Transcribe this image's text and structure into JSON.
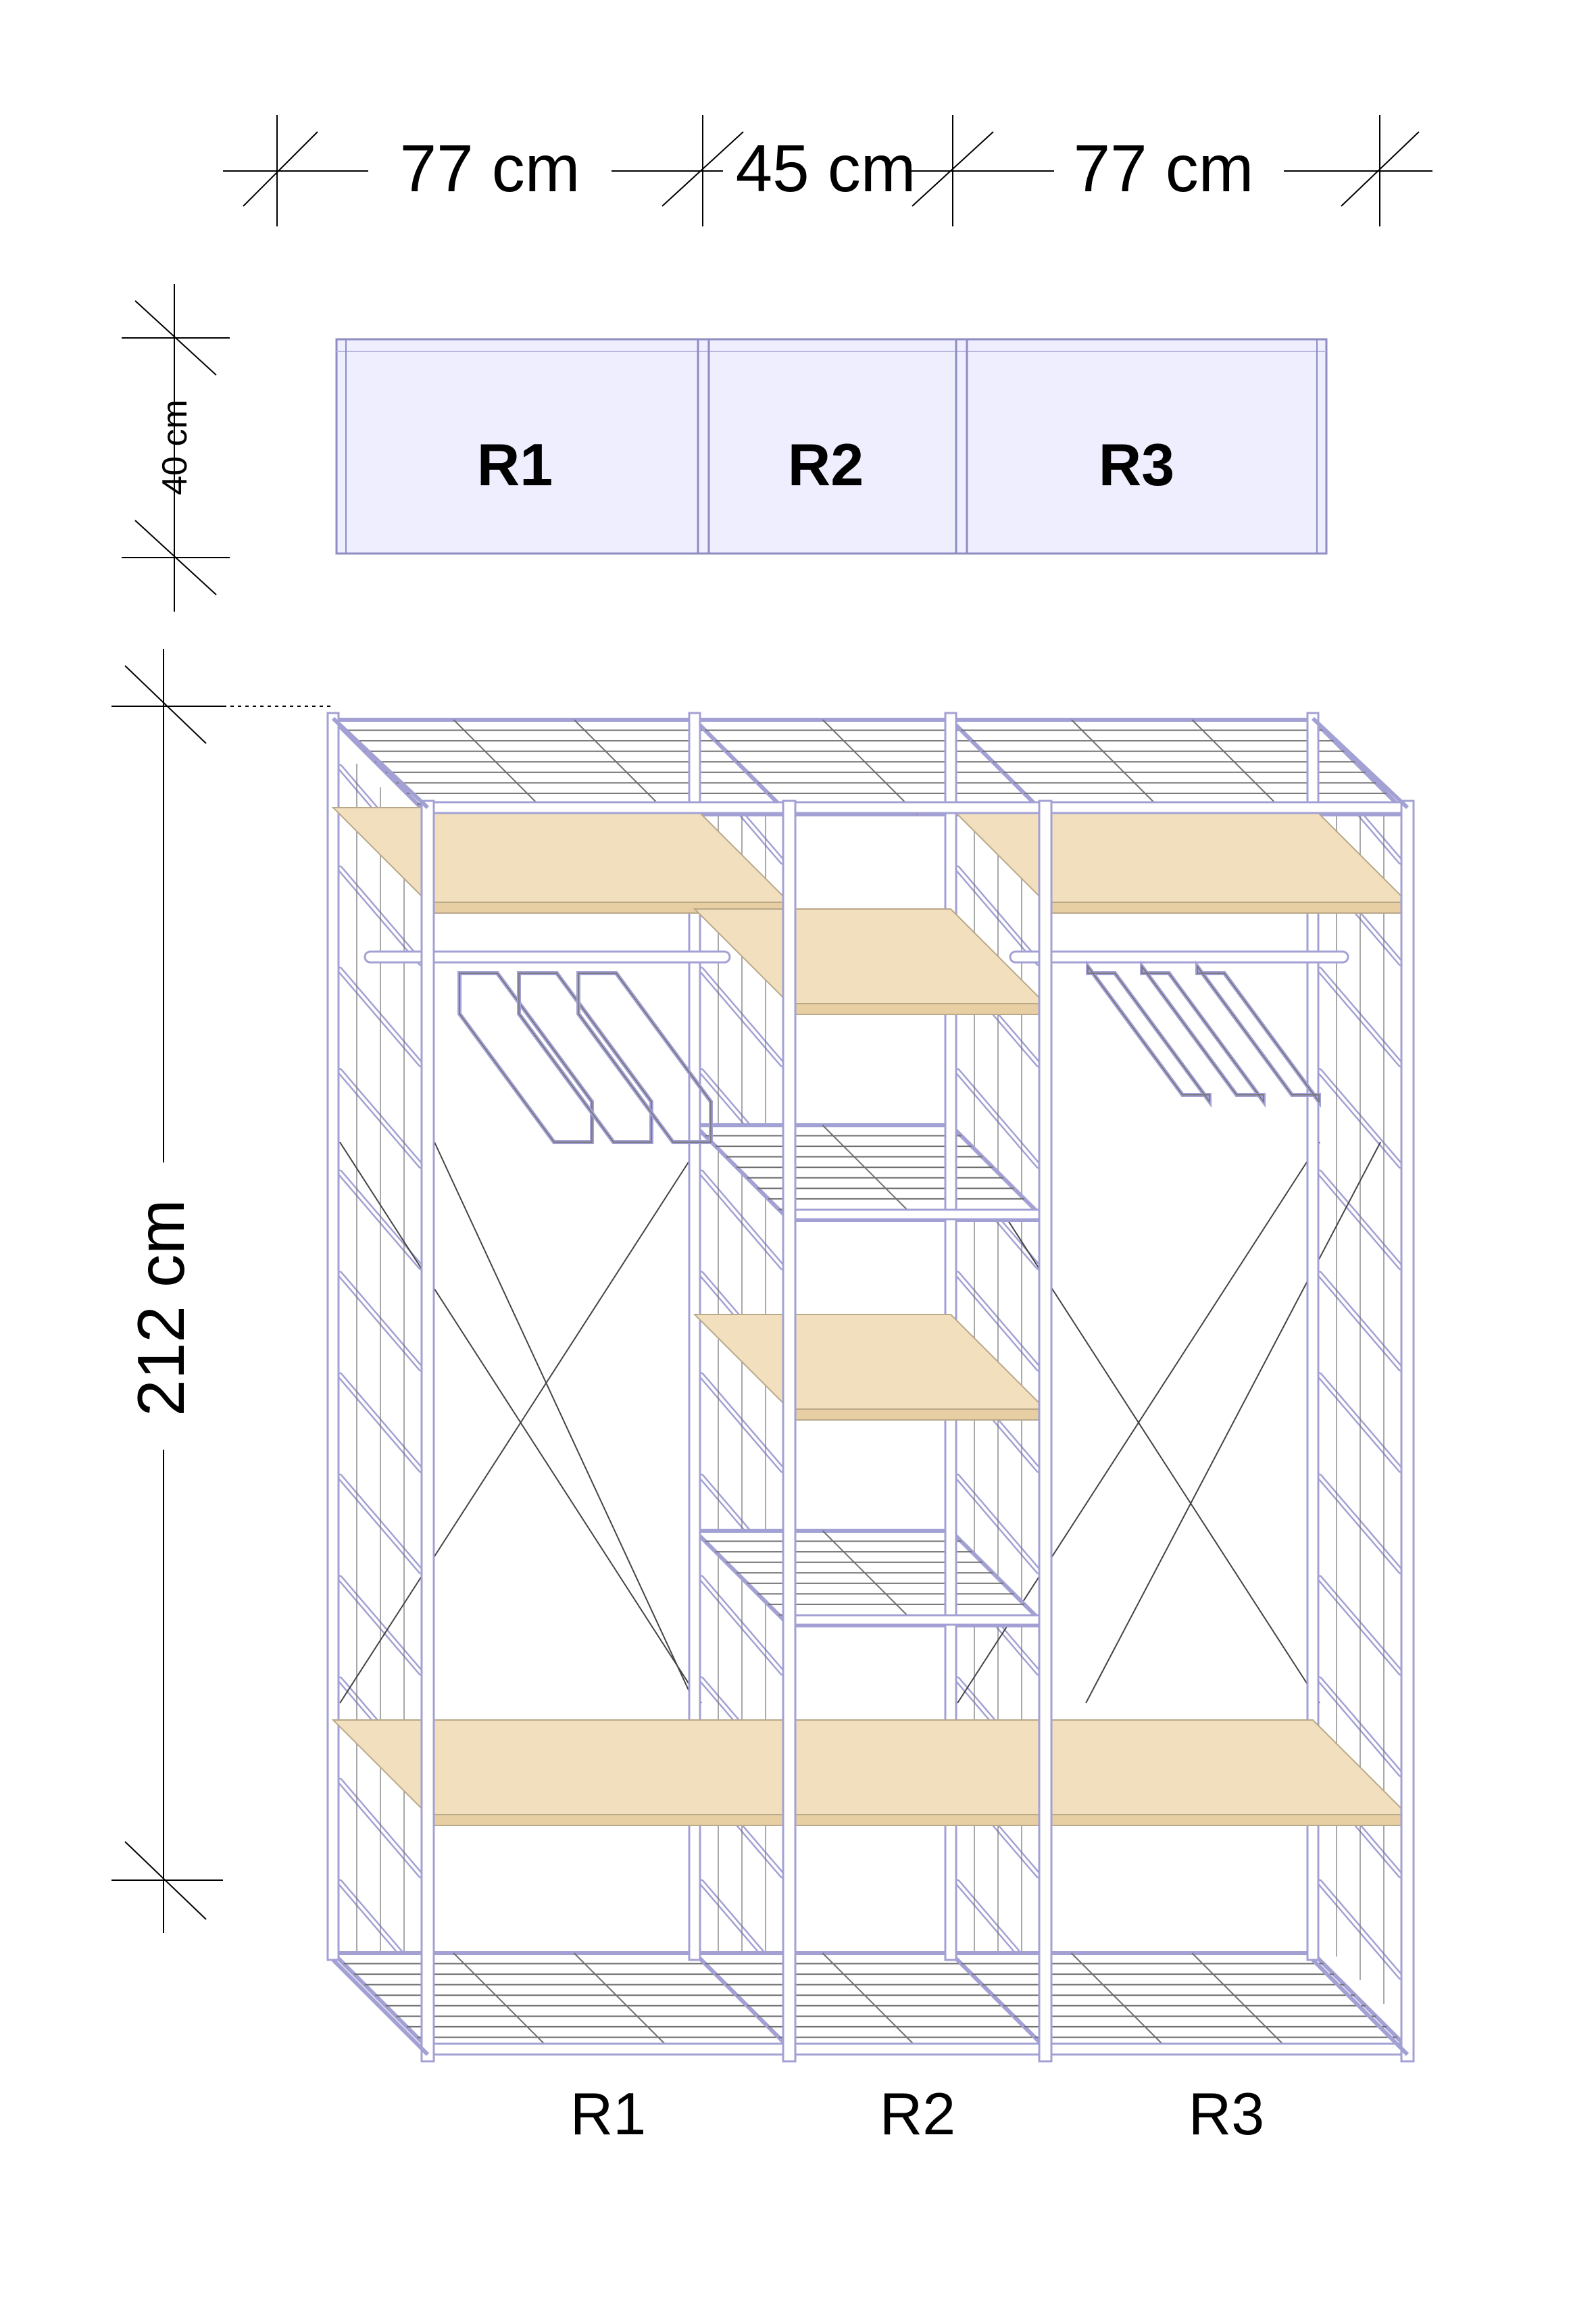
{
  "dimensions": {
    "widths": [
      "77 cm",
      "45 cm",
      "77 cm"
    ],
    "depth": "40 cm",
    "height": "212 cm"
  },
  "plan": {
    "modules": [
      "R1",
      "R2",
      "R3"
    ],
    "fill_color": "#eeeeff",
    "line_color": "#8e8cc2"
  },
  "elevation": {
    "modules": [
      "R1",
      "R2",
      "R3"
    ],
    "frame_color": "#a3a1d4",
    "shelf_color": "#f2dfbd",
    "wire_color": "#6f6f6f"
  }
}
